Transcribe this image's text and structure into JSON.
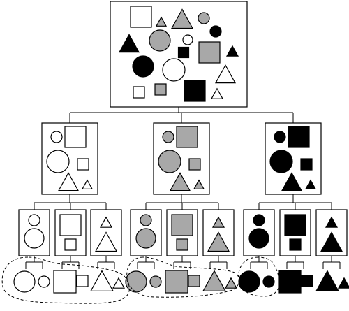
{
  "colors": {
    "white": "#ffffff",
    "gray": "#a8a8a8",
    "black": "#000000",
    "stroke": "#000000"
  },
  "root": {
    "label": "",
    "items": [
      {
        "shape": "square",
        "fill": "white"
      },
      {
        "shape": "triangle",
        "fill": "gray"
      },
      {
        "shape": "triangle",
        "fill": "gray"
      },
      {
        "shape": "circle",
        "fill": "gray"
      },
      {
        "shape": "triangle",
        "fill": "black"
      },
      {
        "shape": "circle",
        "fill": "gray"
      },
      {
        "shape": "circle",
        "fill": "white"
      },
      {
        "shape": "circle",
        "fill": "black"
      },
      {
        "shape": "square",
        "fill": "gray"
      },
      {
        "shape": "square",
        "fill": "black"
      },
      {
        "shape": "triangle",
        "fill": "black"
      },
      {
        "shape": "circle",
        "fill": "black"
      },
      {
        "shape": "circle",
        "fill": "white"
      },
      {
        "shape": "triangle",
        "fill": "white"
      },
      {
        "shape": "square",
        "fill": "white"
      },
      {
        "shape": "square",
        "fill": "gray"
      },
      {
        "shape": "square",
        "fill": "black"
      },
      {
        "shape": "triangle",
        "fill": "white"
      }
    ]
  },
  "groups": [
    {
      "color": "white"
    },
    {
      "color": "gray"
    },
    {
      "color": "black"
    }
  ],
  "leaf_shapes": [
    "circle",
    "square",
    "triangle"
  ],
  "sizes": [
    "large",
    "small"
  ],
  "dashed_regions": [
    "white-circle-group",
    "gray-circle-group",
    "black-circle-group"
  ]
}
